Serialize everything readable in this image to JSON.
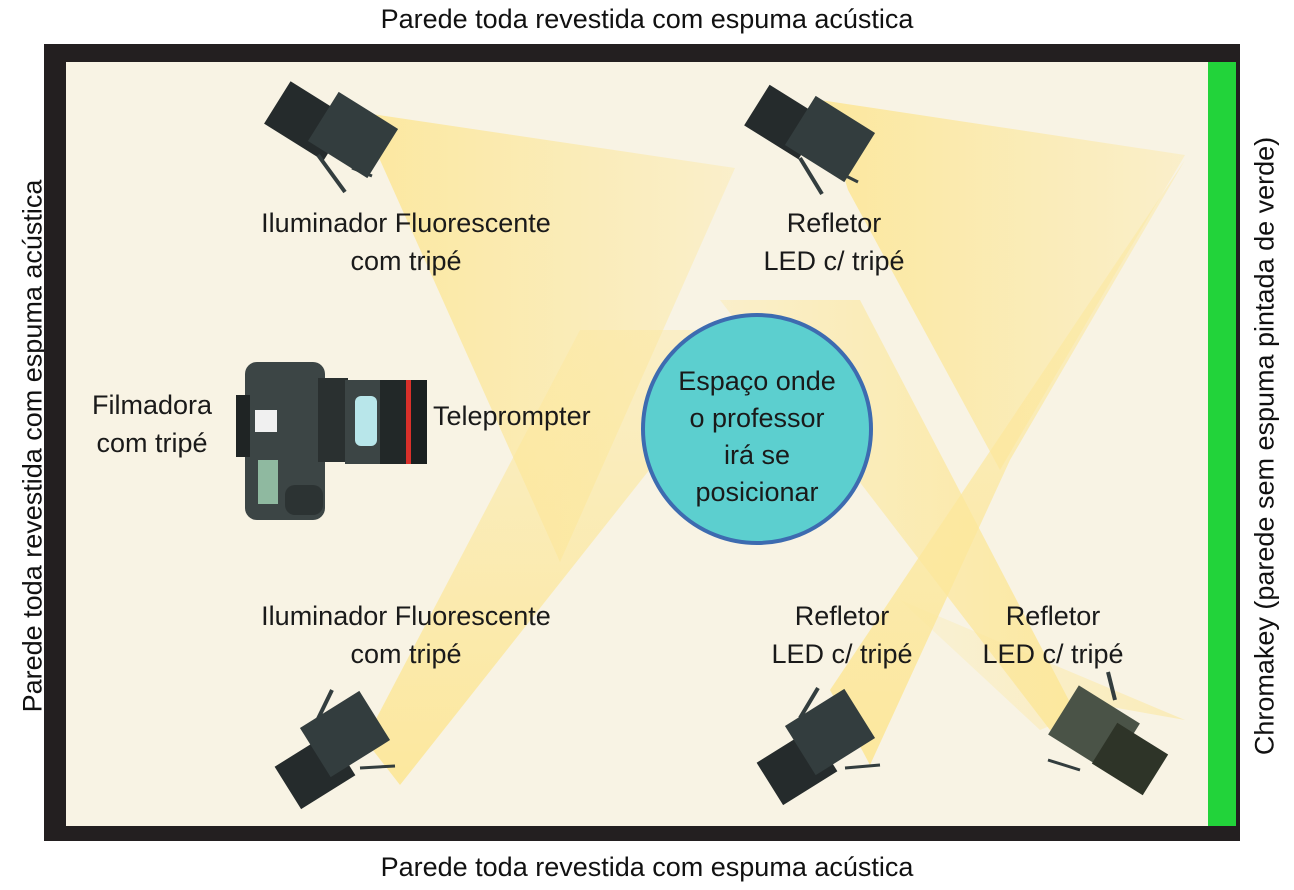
{
  "walls": {
    "top": "Parede toda revestida com espuma acústica",
    "bottom": "Parede toda revestida com espuma acústica",
    "left": "Parede toda revestida com espuma acústica",
    "right": "Chromakey (parede sem espuma pintada de verde)"
  },
  "lights": {
    "fluorescent_top": [
      "Iluminador Fluorescente",
      "com tripé"
    ],
    "fluorescent_bottom": [
      "Iluminador Fluorescente",
      "com tripé"
    ],
    "led_top": [
      "Refletor",
      "LED c/ tripé"
    ],
    "led_bottom_center": [
      "Refletor",
      "LED c/ tripé"
    ],
    "led_bottom_right": [
      "Refletor",
      "LED c/ tripé"
    ]
  },
  "camera": {
    "label": [
      "Filmadora",
      "com tripé"
    ],
    "teleprompter": "Teleprompter"
  },
  "presenter_area": {
    "lines": [
      "Espaço onde",
      "o professor",
      "irá se",
      "posicionar"
    ]
  },
  "colors": {
    "frame": "#231f20",
    "floor": "#f8f3e4",
    "chromakey": "#22d33a",
    "light_beam": "#fce79a",
    "presenter_circle": "#5ccfcf",
    "presenter_border": "#3d6bb0",
    "light_body": "#333d3e"
  }
}
